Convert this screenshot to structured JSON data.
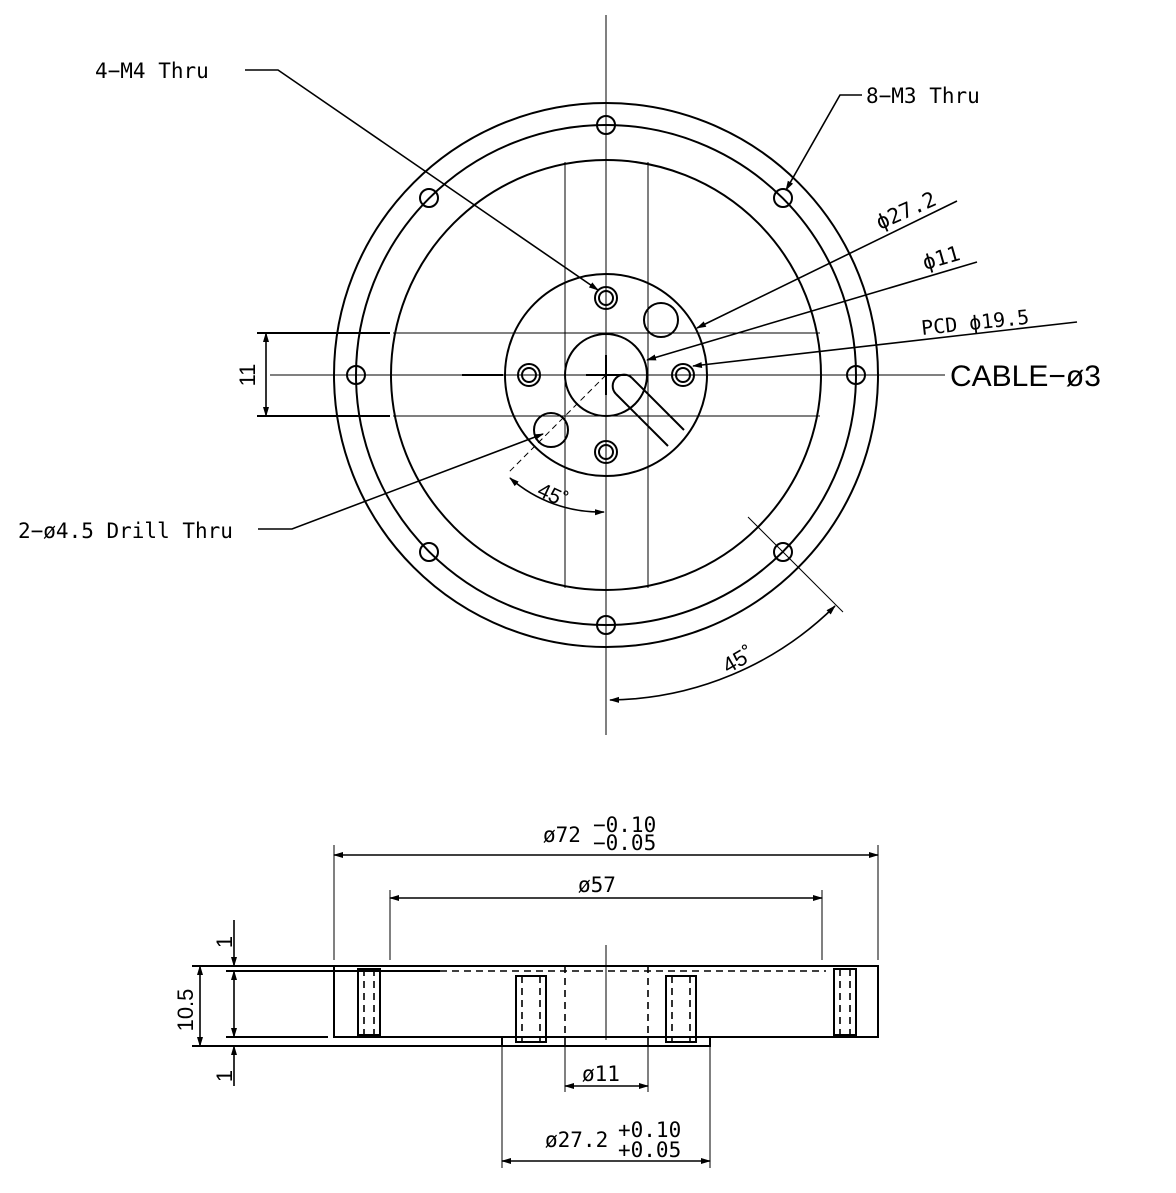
{
  "top_view": {
    "label_m4": "4−M4 Thru",
    "label_m3": "8−M3 Thru",
    "label_d27": "ϕ27.2",
    "label_d11": "ϕ11",
    "label_pcd": "PCD ϕ19.5",
    "label_cable": "CABLE−ø3",
    "label_drill": "2−ø4.5 Drill Thru",
    "dim_11": "11",
    "angle_inner": "45˚",
    "angle_outer": "45˚"
  },
  "side_view": {
    "dim_72": "ø72",
    "tol_72_upper": "−0.10",
    "tol_72_lower": "−0.05",
    "dim_57": "ø57",
    "dim_11": "ø11",
    "dim_27": "ø27.2",
    "tol_27_upper": "+0.10",
    "tol_27_lower": "+0.05",
    "dim_height": "10.5",
    "dim_top": "1",
    "dim_bottom": "1"
  }
}
